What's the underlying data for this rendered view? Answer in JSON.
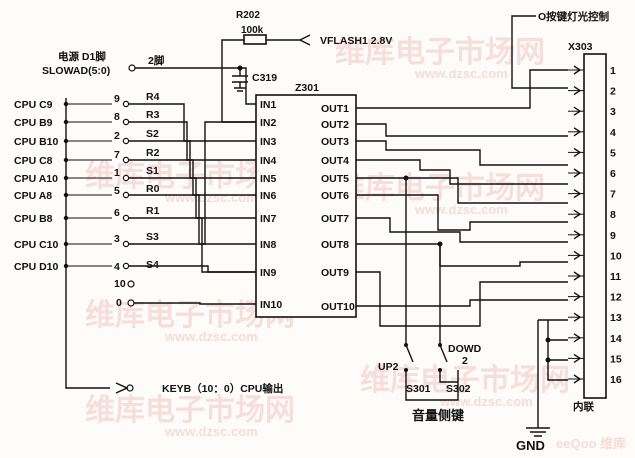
{
  "watermark": {
    "brand": "维库电子市场网",
    "url": "www.dzsc.com",
    "footer": "eeQoo 维库"
  },
  "chip": {
    "name": "Z301",
    "inputs": [
      "IN1",
      "IN2",
      "IN3",
      "IN4",
      "IN5",
      "IN6",
      "IN7",
      "IN8",
      "IN9",
      "IN10"
    ],
    "outputs": [
      "OUT1",
      "OUT2",
      "OUT3",
      "OUT4",
      "OUT5",
      "OUT6",
      "OUT7",
      "OUT8",
      "OUT9",
      "OUT10"
    ]
  },
  "top": {
    "resistor": "R202",
    "resistor_value": "100k",
    "vflash": "VFLASH1 2.8V",
    "cap": "C319",
    "d1_line1": "电源 D1脚",
    "d1_line2": "SLOWAD(5:0)",
    "pin2": "2脚",
    "backlight": "O按键灯光控制"
  },
  "cpu_lines": [
    {
      "label": "CPU C9",
      "pin": "9",
      "res": "R4"
    },
    {
      "label": "CPU B9",
      "pin": "8",
      "res": "R3"
    },
    {
      "label": "CPU B10",
      "pin": "2",
      "res": "S2"
    },
    {
      "label": "CPU C8",
      "pin": "7",
      "res": "R2"
    },
    {
      "label": "CPU A10",
      "pin": "1",
      "res": "S1"
    },
    {
      "label": "CPU A8",
      "pin": "5",
      "res": "R0"
    },
    {
      "label": "CPU B8",
      "pin": "6",
      "res": "R1"
    },
    {
      "label": "CPU C10",
      "pin": "3",
      "res": "S3"
    },
    {
      "label": "CPU D10",
      "pin": "4",
      "res": "S4"
    }
  ],
  "extra_pins": [
    "10",
    "0"
  ],
  "keyb": "KEYB（10：0）CPU输出",
  "connector": {
    "name": "X303",
    "pins": [
      "1",
      "2",
      "3",
      "4",
      "5",
      "6",
      "7",
      "8",
      "9",
      "10",
      "11",
      "12",
      "13",
      "14",
      "15",
      "16"
    ],
    "inner": "内联"
  },
  "switches": {
    "up_label": "UP2",
    "up_ref": "S301",
    "down_label": "DOWD",
    "down_num": "2",
    "down_ref": "S302",
    "caption": "音量侧键"
  },
  "gnd": "GND"
}
